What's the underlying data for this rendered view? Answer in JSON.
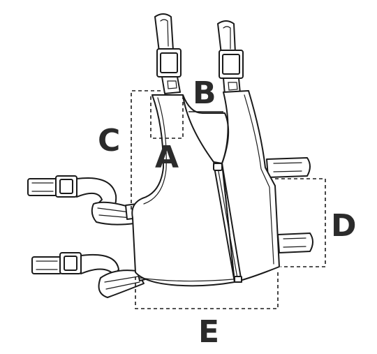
{
  "labels": {
    "a": "A",
    "b": "B",
    "c": "C",
    "d": "D",
    "e": "E"
  },
  "colors": {
    "ink": "#1a1a1a",
    "label": "#2b2b2b",
    "background": "#ffffff"
  }
}
